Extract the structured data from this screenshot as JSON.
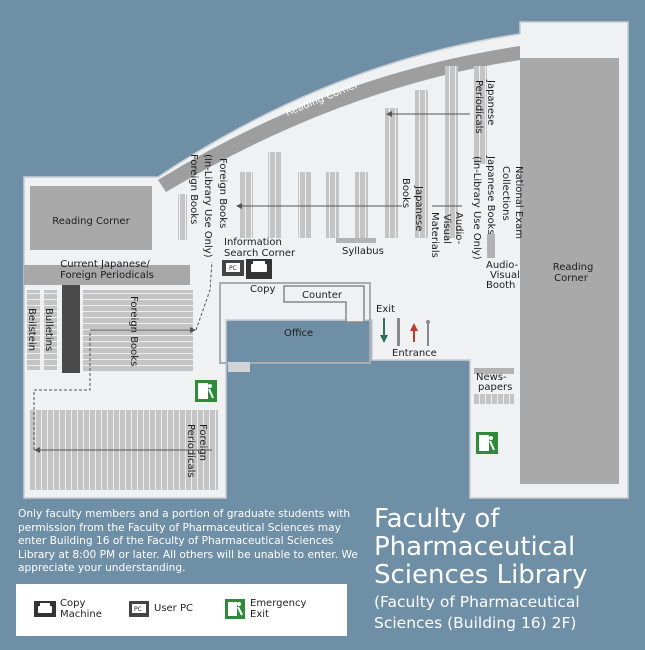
{
  "map": {
    "labels": {
      "reading_corner_arc": "Reading Corner",
      "reading_corner_left": "Reading Corner",
      "reading_corner_right": [
        "Reading",
        "Corner"
      ],
      "current_periodicals": [
        "Current Japanese/",
        "Foreign Periodicals"
      ],
      "beilstein": "Beilstein",
      "bulletins": "Bulletins",
      "foreign_books": "Foreign Books",
      "foreign_books_inlib": [
        "Foreign Books",
        "(In-Library Use Only)"
      ],
      "foreign_periodicals": [
        "Foreign",
        "Periodicals"
      ],
      "info_search": [
        "Information",
        "Search Corner"
      ],
      "copy": "Copy",
      "syllabus": "Syllabus",
      "counter": "Counter",
      "office": "Office",
      "exit": "Exit",
      "entrance": "Entrance",
      "japanese_books": [
        "Japanese",
        "Books"
      ],
      "japanese_books_inlib": [
        "Japanese Books",
        "(In-Library Use Only)"
      ],
      "audio_visual_materials": [
        "Audio-",
        "Visual",
        "Materials"
      ],
      "japanese_periodicals": [
        "Japanese",
        "Periodicals"
      ],
      "national_exam": [
        "National Exam",
        "Collections"
      ],
      "av_booth": [
        "Audio-",
        "Visual",
        "Booth"
      ],
      "newspapers": [
        "News-",
        "papers"
      ]
    }
  },
  "notice": "Only faculty members and a portion of graduate students with permission from the Faculty of Pharmaceutical Sciences may enter Building 16 of the Faculty of Pharmaceutical Sciences Library at 8:00 PM or later. All others will be unable to enter. We appreciate your understanding.",
  "title": "Faculty of Pharmaceutical Sciences Library",
  "subtitle": "(Faculty of Pharmaceutical Sciences (Building 16) 2F)",
  "legend": {
    "copy_machine": [
      "Copy",
      "Machine"
    ],
    "user_pc": "User PC",
    "emergency_exit": [
      "Emergency",
      "Exit"
    ]
  },
  "colors": {
    "background": "#6f8fa6",
    "floor": "#eff1f2",
    "shelf": "#b3b3b3",
    "reading_corner": "#a9a9a9",
    "dark_shelf": "#4a4a4a",
    "exit_sign": "#2f8a3c",
    "exit_arrow": "#2e6e56",
    "entrance_arrow": "#c0392b"
  }
}
